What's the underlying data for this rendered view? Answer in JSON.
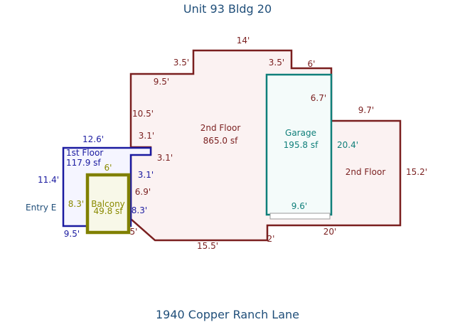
{
  "header": {
    "title": "Unit 93 Bldg 20"
  },
  "footer": {
    "address": "1940 Copper Ranch Lane"
  },
  "colors": {
    "second_floor": "#7a1f1f",
    "first_floor": "#1a1aa0",
    "balcony": "#808000",
    "garage": "#0f7f7a",
    "entry": "#1f4e79"
  },
  "rooms": {
    "second_floor_main": {
      "name": "2nd Floor",
      "area": "865.0 sf"
    },
    "second_floor_right": {
      "name": "2nd Floor"
    },
    "garage": {
      "name": "Garage",
      "area": "195.8 sf"
    },
    "first_floor": {
      "name": "1st Floor",
      "area": "117.9 sf"
    },
    "balcony": {
      "name": "Balcony",
      "area": "49.8 sf"
    },
    "entry": {
      "name": "Entry E"
    }
  },
  "dimensions": {
    "second_floor": {
      "top": "14'",
      "step_left": "3.5'",
      "step_right": "3.5'",
      "upper_left": "9.5'",
      "left_upper": "10.5'",
      "left_a": "3.1'",
      "left_b": "3.1'",
      "left_c": "3.1'",
      "left_lower": "6.9'",
      "diag": "5'",
      "bottom_left": "15.5'",
      "bottom_step": "2'",
      "bottom_right": "20'",
      "right": "15.2'",
      "right_top": "9.7'"
    },
    "garage": {
      "top": "6'",
      "upper_right": "6.7'",
      "right": "20.4'",
      "bottom": "9.6'"
    },
    "first_floor": {
      "top": "12.6'",
      "left": "11.4'",
      "bottom": "9.5'",
      "right_low": "8.3'"
    },
    "balcony": {
      "top": "6'",
      "left": "8.3'"
    }
  }
}
